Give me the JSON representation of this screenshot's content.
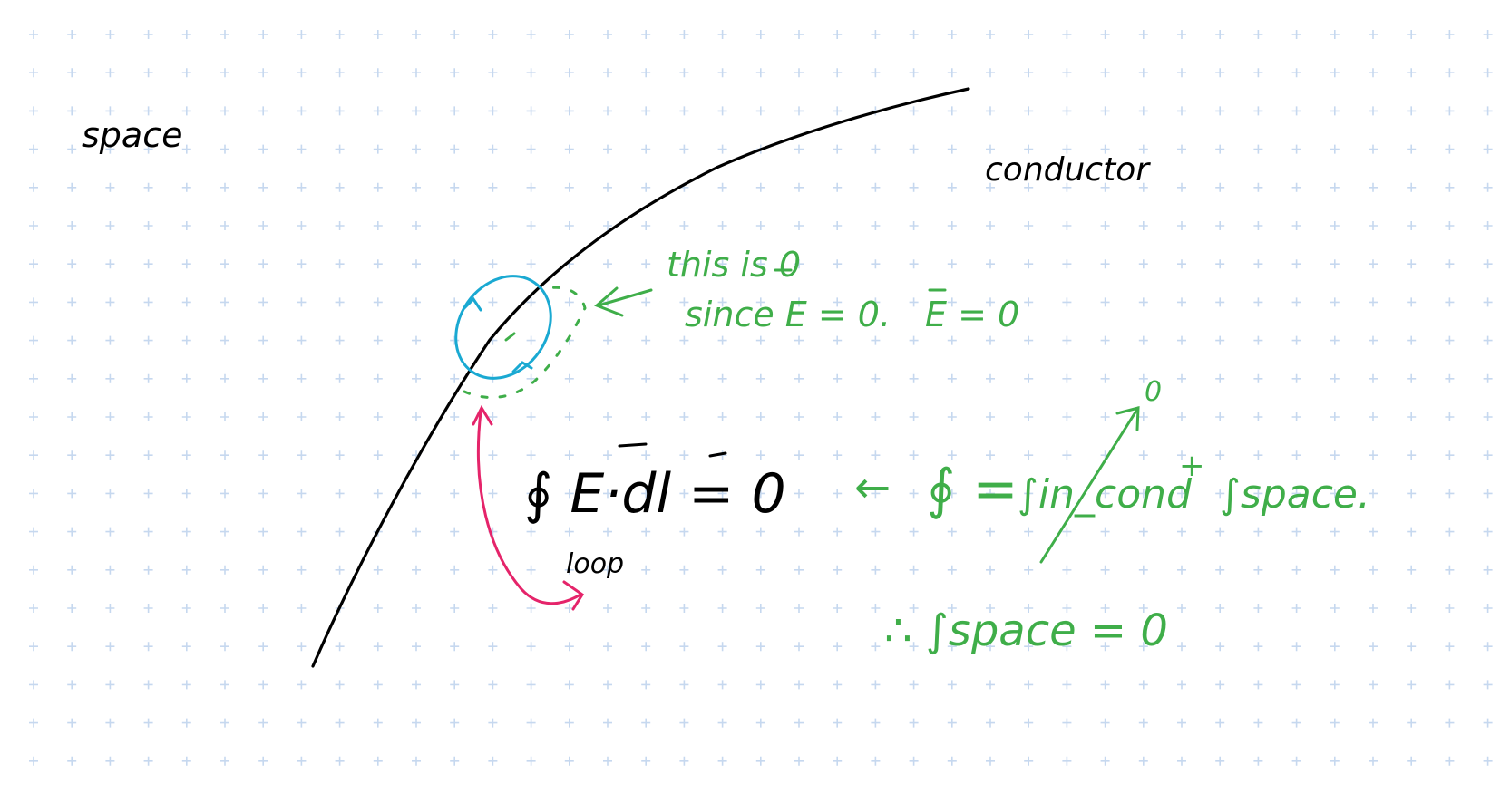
{
  "colors": {
    "background": "#ffffff",
    "grid_plus": "#c6d8ef",
    "ink_black": "#000000",
    "ink_green": "#3fae49",
    "ink_cyan": "#1aa9d2",
    "ink_pink": "#e5246a"
  },
  "labels": {
    "space": "space",
    "conductor": "conductor",
    "note_line1": "this is 0",
    "note_line2": "since E = 0.",
    "e_zero": "E = 0",
    "loop_equation": "∮ E·dl = 0",
    "loop_sub": "loop",
    "arrow_left": "←",
    "split_lhs": "∮ =",
    "in_cond": "∫in_cond",
    "zero_mark": "0",
    "plus": "+",
    "space_term": "∫space.",
    "conclusion": "∴ ∫space = 0"
  }
}
